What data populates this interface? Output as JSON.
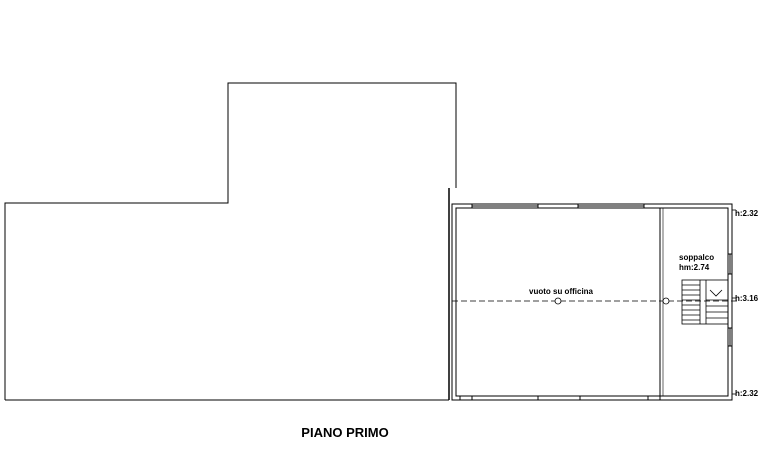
{
  "plan": {
    "title": "PIANO PRIMO",
    "rooms": [
      {
        "name": "vuoto su officina"
      },
      {
        "name": "soppalco",
        "height": "hm:2.74"
      }
    ],
    "heights": [
      "h:2.32",
      "h:3.16",
      "h:2.32"
    ]
  }
}
